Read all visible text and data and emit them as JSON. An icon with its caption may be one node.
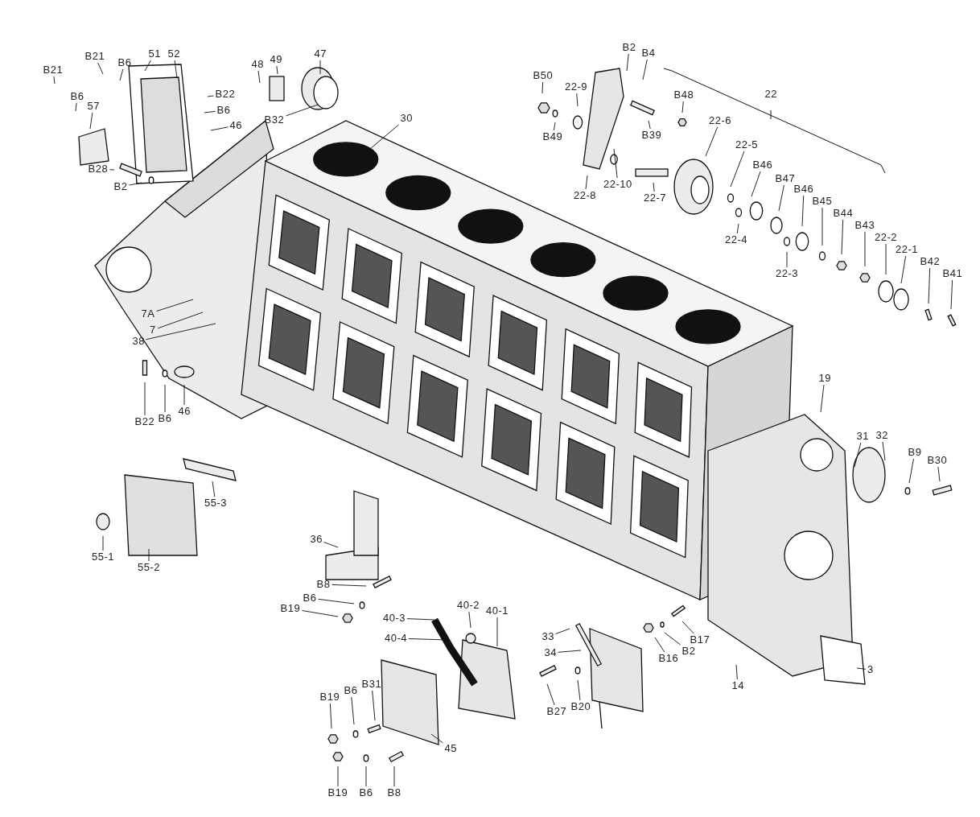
{
  "diagram": {
    "nodes": [
      {
        "text": [
          "B21"
        ]
      },
      {
        "text": [
          "B6"
        ]
      },
      {
        "text": [
          "51"
        ]
      },
      {
        "text": [
          "52"
        ]
      },
      {
        "text": [
          "B21"
        ]
      },
      {
        "text": [
          "B6"
        ]
      },
      {
        "text": [
          "57"
        ]
      },
      {
        "text": [
          "48"
        ]
      },
      {
        "text": [
          "49"
        ]
      },
      {
        "text": [
          "47"
        ]
      },
      {
        "text": [
          "B22"
        ]
      },
      {
        "text": [
          "B6"
        ]
      },
      {
        "text": [
          "46"
        ]
      },
      {
        "text": [
          "B32"
        ]
      },
      {
        "text": [
          "30"
        ]
      },
      {
        "text": [
          "B28"
        ]
      },
      {
        "text": [
          "B2"
        ]
      },
      {
        "text": [
          "7A"
        ]
      },
      {
        "text": [
          "7"
        ]
      },
      {
        "text": [
          "38"
        ]
      },
      {
        "text": [
          "B22"
        ]
      },
      {
        "text": [
          "B6"
        ]
      },
      {
        "text": [
          "46"
        ]
      },
      {
        "text": [
          "55-3"
        ]
      },
      {
        "text": [
          "55-1"
        ]
      },
      {
        "text": [
          "55-2"
        ]
      },
      {
        "text": [
          "36"
        ]
      },
      {
        "text": [
          "B8"
        ]
      },
      {
        "text": [
          "B6"
        ]
      },
      {
        "text": [
          "B19"
        ]
      },
      {
        "text": [
          "40-3"
        ]
      },
      {
        "text": [
          "40-2"
        ]
      },
      {
        "text": [
          "40-1"
        ]
      },
      {
        "text": [
          "40-4"
        ]
      },
      {
        "text": [
          "B31"
        ]
      },
      {
        "text": [
          "B6"
        ]
      },
      {
        "text": [
          "B19"
        ]
      },
      {
        "text": [
          "45"
        ]
      },
      {
        "text": [
          "B8"
        ]
      },
      {
        "text": [
          "B6"
        ]
      },
      {
        "text": [
          "B19"
        ]
      },
      {
        "text": [
          "33"
        ]
      },
      {
        "text": [
          "34"
        ]
      },
      {
        "text": [
          "B27"
        ]
      },
      {
        "text": [
          "B20"
        ]
      },
      {
        "text": [
          "B16"
        ]
      },
      {
        "text": [
          "B2"
        ]
      },
      {
        "text": [
          "B17"
        ]
      },
      {
        "text": [
          "14"
        ]
      },
      {
        "text": [
          "3"
        ]
      },
      {
        "text": [
          "19"
        ]
      },
      {
        "text": [
          "31"
        ]
      },
      {
        "text": [
          "32"
        ]
      },
      {
        "text": [
          "B9"
        ]
      },
      {
        "text": [
          "B30"
        ]
      },
      {
        "text": [
          "B2"
        ]
      },
      {
        "text": [
          "B4"
        ]
      },
      {
        "text": [
          "B50"
        ]
      },
      {
        "text": [
          "22-9"
        ]
      },
      {
        "text": [
          "B39"
        ]
      },
      {
        "text": [
          "B48"
        ]
      },
      {
        "text": [
          "22-6"
        ]
      },
      {
        "text": [
          "B49"
        ]
      },
      {
        "text": [
          "22-8"
        ]
      },
      {
        "text": [
          "22-10"
        ]
      },
      {
        "text": [
          "22-7"
        ]
      },
      {
        "text": [
          "22-5"
        ]
      },
      {
        "text": [
          "B46"
        ]
      },
      {
        "text": [
          "B47"
        ]
      },
      {
        "text": [
          "B46"
        ]
      },
      {
        "text": [
          "B45"
        ]
      },
      {
        "text": [
          "B44"
        ]
      },
      {
        "text": [
          "B43"
        ]
      },
      {
        "text": [
          "22-2"
        ]
      },
      {
        "text": [
          "22-1"
        ]
      },
      {
        "text": [
          "B42"
        ]
      },
      {
        "text": [
          "B41"
        ]
      },
      {
        "text": [
          "22-4"
        ]
      },
      {
        "text": [
          "22-3"
        ]
      }
    ],
    "edges": [
      {
        "from": 0,
        "to": null,
        "arrow": "none"
      },
      {
        "from": 1,
        "to": null,
        "arrow": "none"
      },
      {
        "from": 2,
        "to": null,
        "arrow": "none"
      },
      {
        "from": 3,
        "to": null,
        "arrow": "none"
      },
      {
        "from": 4,
        "to": null,
        "arrow": "none"
      },
      {
        "from": 5,
        "to": null,
        "arrow": "none"
      },
      {
        "from": 6,
        "to": null,
        "arrow": "none"
      },
      {
        "from": 7,
        "to": null,
        "arrow": "none"
      },
      {
        "from": 8,
        "to": null,
        "arrow": "none"
      },
      {
        "from": 9,
        "to": null,
        "arrow": "none"
      },
      {
        "from": 10,
        "to": null,
        "arrow": "none"
      },
      {
        "from": 11,
        "to": null,
        "arrow": "none"
      },
      {
        "from": 12,
        "to": null,
        "arrow": "none"
      },
      {
        "from": 13,
        "to": null,
        "arrow": "none"
      },
      {
        "from": 14,
        "to": null,
        "arrow": "none"
      },
      {
        "from": 15,
        "to": null,
        "arrow": "none"
      },
      {
        "from": 16,
        "to": null,
        "arrow": "none"
      },
      {
        "from": 17,
        "to": null,
        "arrow": "none"
      },
      {
        "from": 18,
        "to": null,
        "arrow": "none"
      },
      {
        "from": 19,
        "to": null,
        "arrow": "none"
      },
      {
        "from": 20,
        "to": null,
        "arrow": "none"
      },
      {
        "from": 21,
        "to": null,
        "arrow": "none"
      },
      {
        "from": 22,
        "to": null,
        "arrow": "none"
      },
      {
        "from": 23,
        "to": null,
        "arrow": "none"
      },
      {
        "from": 24,
        "to": null,
        "arrow": "none"
      },
      {
        "from": 25,
        "to": null,
        "arrow": "none"
      },
      {
        "from": 26,
        "to": null,
        "arrow": "none"
      },
      {
        "from": 27,
        "to": null,
        "arrow": "none"
      },
      {
        "from": 28,
        "to": null,
        "arrow": "none"
      },
      {
        "from": 29,
        "to": null,
        "arrow": "none"
      },
      {
        "from": 30,
        "to": null,
        "arrow": "none"
      },
      {
        "from": 31,
        "to": null,
        "arrow": "none"
      },
      {
        "from": 32,
        "to": null,
        "arrow": "none"
      },
      {
        "from": 33,
        "to": null,
        "arrow": "none"
      },
      {
        "from": 34,
        "to": null,
        "arrow": "none"
      },
      {
        "from": 35,
        "to": null,
        "arrow": "none"
      },
      {
        "from": 36,
        "to": null,
        "arrow": "none"
      },
      {
        "from": 37,
        "to": null,
        "arrow": "none"
      },
      {
        "from": 38,
        "to": null,
        "arrow": "none"
      },
      {
        "from": 39,
        "to": null,
        "arrow": "none"
      },
      {
        "from": 40,
        "to": null,
        "arrow": "none"
      },
      {
        "from": 41,
        "to": null,
        "arrow": "none"
      },
      {
        "from": 42,
        "to": null,
        "arrow": "none"
      },
      {
        "from": 43,
        "to": null,
        "arrow": "none"
      },
      {
        "from": 44,
        "to": null,
        "arrow": "none"
      },
      {
        "from": 45,
        "to": null,
        "arrow": "none"
      },
      {
        "from": 46,
        "to": null,
        "arrow": "none"
      },
      {
        "from": 47,
        "to": null,
        "arrow": "none"
      },
      {
        "from": 48,
        "to": null,
        "arrow": "none"
      },
      {
        "from": 49,
        "to": null,
        "arrow": "none"
      },
      {
        "from": 50,
        "to": null,
        "arrow": "none"
      },
      {
        "from": 51,
        "to": null,
        "arrow": "none"
      },
      {
        "from": 52,
        "to": null,
        "arrow": "none"
      },
      {
        "from": 53,
        "to": null,
        "arrow": "none"
      },
      {
        "from": 54,
        "to": null,
        "arrow": "none"
      },
      {
        "from": 55,
        "to": null,
        "arrow": "none"
      },
      {
        "from": 56,
        "to": null,
        "arrow": "none"
      },
      {
        "from": 57,
        "to": null,
        "arrow": "none"
      },
      {
        "from": 58,
        "to": null,
        "arrow": "none"
      },
      {
        "from": 59,
        "to": null,
        "arrow": "none"
      },
      {
        "from": 60,
        "to": null,
        "arrow": "none"
      },
      {
        "from": 61,
        "to": null,
        "arrow": "none"
      },
      {
        "from": 62,
        "to": null,
        "arrow": "none"
      },
      {
        "from": 63,
        "to": null,
        "arrow": "none"
      },
      {
        "from": 64,
        "to": null,
        "arrow": "none"
      },
      {
        "from": 65,
        "to": null,
        "arrow": "none"
      },
      {
        "from": 66,
        "to": null,
        "arrow": "none"
      },
      {
        "from": 67,
        "to": null,
        "arrow": "none"
      },
      {
        "from": 68,
        "to": null,
        "arrow": "none"
      },
      {
        "from": 69,
        "to": null,
        "arrow": "none"
      },
      {
        "from": 70,
        "to": null,
        "arrow": "none"
      },
      {
        "from": 71,
        "to": null,
        "arrow": "none"
      },
      {
        "from": 72,
        "to": null,
        "arrow": "none"
      },
      {
        "from": 73,
        "to": null,
        "arrow": "none"
      },
      {
        "from": 74,
        "to": null,
        "arrow": "none"
      },
      {
        "from": 75,
        "to": null,
        "arrow": "none"
      },
      {
        "from": 76,
        "to": null,
        "arrow": "none"
      },
      {
        "from": 77,
        "to": null,
        "arrow": "none"
      },
      {
        "from": 78,
        "to": null,
        "arrow": "none"
      }
    ],
    "labels": [
      "22"
    ]
  }
}
